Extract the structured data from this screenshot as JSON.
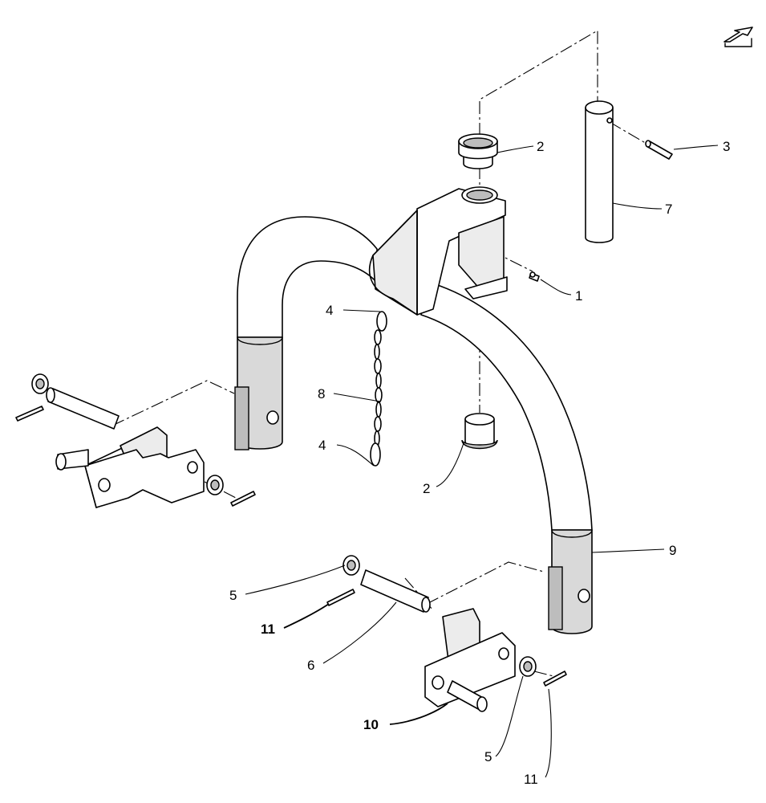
{
  "callouts": [
    {
      "id": "c1",
      "text": "1"
    },
    {
      "id": "c2a",
      "text": "2"
    },
    {
      "id": "c2b",
      "text": "2"
    },
    {
      "id": "c3",
      "text": "3"
    },
    {
      "id": "c4a",
      "text": "4"
    },
    {
      "id": "c4b",
      "text": "4"
    },
    {
      "id": "c5a",
      "text": "5"
    },
    {
      "id": "c5b",
      "text": "5"
    },
    {
      "id": "c6",
      "text": "6"
    },
    {
      "id": "c7",
      "text": "7"
    },
    {
      "id": "c8",
      "text": "8"
    },
    {
      "id": "c9",
      "text": "9"
    },
    {
      "id": "c10",
      "text": "10"
    },
    {
      "id": "c11a",
      "text": "11"
    },
    {
      "id": "c11b",
      "text": "11"
    }
  ],
  "icons": {
    "corner": "return-arrow-icon"
  },
  "colors": {
    "line": "#000000",
    "background": "#ffffff",
    "shade": "#d9d9d9"
  }
}
